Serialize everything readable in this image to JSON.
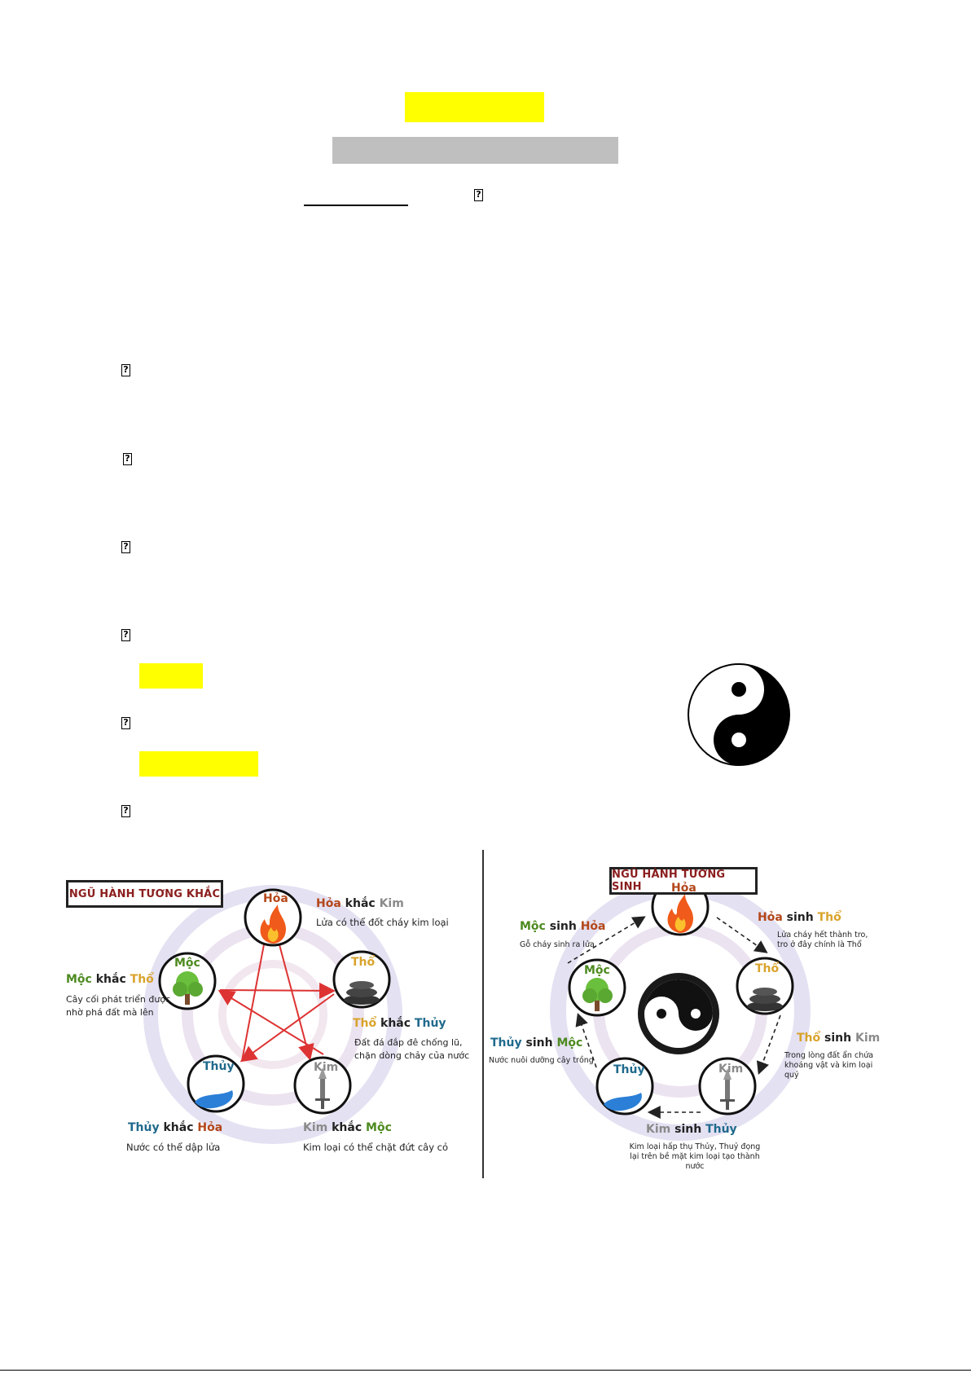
{
  "page": {
    "glyph": "?",
    "glyph_rows_count": 7
  },
  "colors": {
    "highlight_yellow": "#ffff00",
    "highlight_gray": "#bfbfbf",
    "hoa": "#b3471a",
    "tho": "#d9a32a",
    "kim": "#8a8a8a",
    "moc": "#4d8a1f",
    "thuy": "#1f6a8c",
    "title_red": "#8b1e1e"
  },
  "khac": {
    "title": "NGŨ HÀNH TƯƠNG KHẮC",
    "nodes": {
      "hoa": "Hỏa",
      "tho": "Thổ",
      "kim": "Kim",
      "thuy": "Thủy",
      "moc": "Mộc"
    },
    "relations": [
      {
        "a": "Hỏa",
        "verb": "khắc",
        "b": "Kim",
        "desc": "Lửa có thể đốt cháy kim loại"
      },
      {
        "a": "Thổ",
        "verb": "khắc",
        "b": "Thủy",
        "desc": "Đất đá đắp đê chống lũ, chặn dòng chảy của nước"
      },
      {
        "a": "Kim",
        "verb": "khắc",
        "b": "Mộc",
        "desc": "Kim loại có thể chặt đứt cây cỏ"
      },
      {
        "a": "Thủy",
        "verb": "khắc",
        "b": "Hỏa",
        "desc": "Nước có thể dập lửa"
      },
      {
        "a": "Mộc",
        "verb": "khắc",
        "b": "Thổ",
        "desc": "Cây cối phát triển được nhờ phá đất mà lên"
      }
    ]
  },
  "sinh": {
    "title": "NGŨ HÀNH TƯƠNG SINH",
    "nodes": {
      "hoa": "Hỏa",
      "tho": "Thổ",
      "kim": "Kim",
      "thuy": "Thủy",
      "moc": "Mộc"
    },
    "relations": [
      {
        "a": "Mộc",
        "verb": "sinh",
        "b": "Hỏa",
        "desc": "Gỗ cháy sinh ra lửa"
      },
      {
        "a": "Hỏa",
        "verb": "sinh",
        "b": "Thổ",
        "desc": "Lửa cháy hết thành tro, tro ở đây chính là Thổ"
      },
      {
        "a": "Thổ",
        "verb": "sinh",
        "b": "Kim",
        "desc": "Trong lòng đất ẩn chứa khoáng vật và kim loại quý"
      },
      {
        "a": "Kim",
        "verb": "sinh",
        "b": "Thủy",
        "desc": "Kim loại hấp thụ Thủy, Thuỷ đọng lại trên bề mặt kim loại tạo thành nước"
      },
      {
        "a": "Thủy",
        "verb": "sinh",
        "b": "Mộc",
        "desc": "Nước nuôi dưỡng cây trồng"
      }
    ]
  }
}
